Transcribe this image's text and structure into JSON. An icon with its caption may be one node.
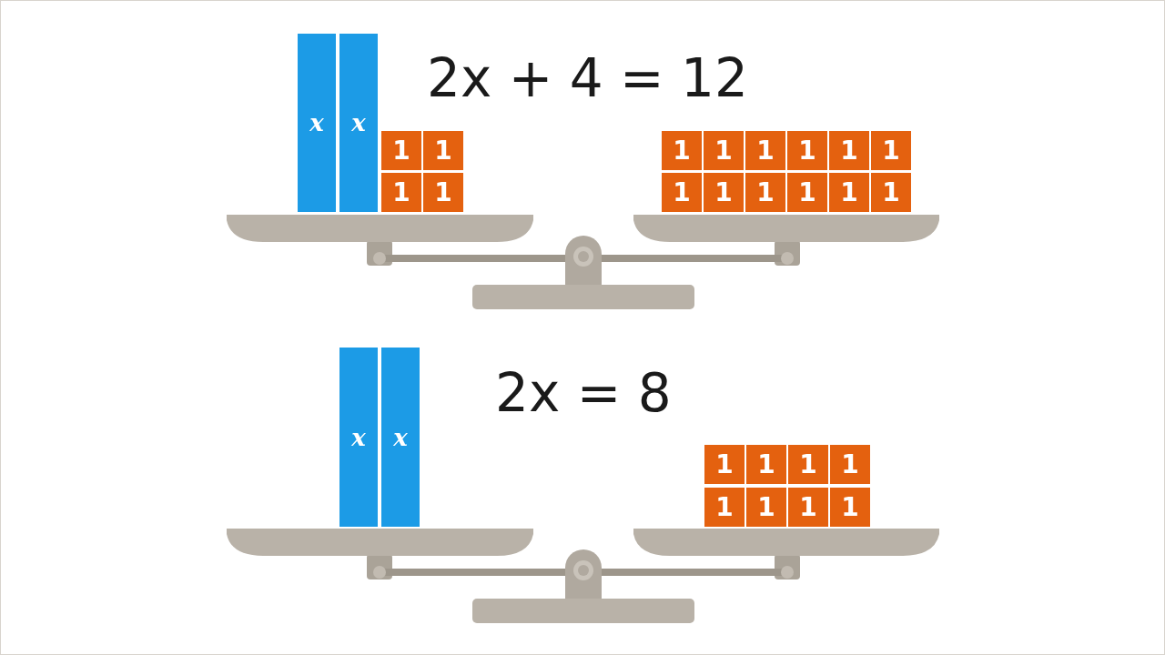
{
  "diagram": {
    "nodes": [
      {
        "text": [
          "x"
        ]
      },
      {
        "text": [
          "x"
        ]
      },
      {
        "text": [
          "1"
        ]
      },
      {
        "text": [
          "1"
        ]
      },
      {
        "text": [
          "1"
        ]
      },
      {
        "text": [
          "1"
        ]
      },
      {
        "text": [
          "1"
        ]
      },
      {
        "text": [
          "1"
        ]
      },
      {
        "text": [
          "1"
        ]
      },
      {
        "text": [
          "1"
        ]
      },
      {
        "text": [
          "1"
        ]
      },
      {
        "text": [
          "1"
        ]
      },
      {
        "text": [
          "1"
        ]
      },
      {
        "text": [
          "1"
        ]
      },
      {
        "text": [
          "1"
        ]
      },
      {
        "text": [
          "1"
        ]
      },
      {
        "text": [
          "1"
        ]
      },
      {
        "text": [
          "1"
        ]
      },
      {
        "text": [
          "x"
        ]
      },
      {
        "text": [
          "x"
        ]
      },
      {
        "text": [
          "1"
        ]
      },
      {
        "text": [
          "1"
        ]
      },
      {
        "text": [
          "1"
        ]
      },
      {
        "text": [
          "1"
        ]
      },
      {
        "text": [
          "1"
        ]
      },
      {
        "text": [
          "1"
        ]
      },
      {
        "text": [
          "1"
        ]
      },
      {
        "text": [
          "1"
        ]
      }
    ],
    "edges": [],
    "labels": [
      "2x + 4 = 12",
      "2x = 8"
    ]
  }
}
